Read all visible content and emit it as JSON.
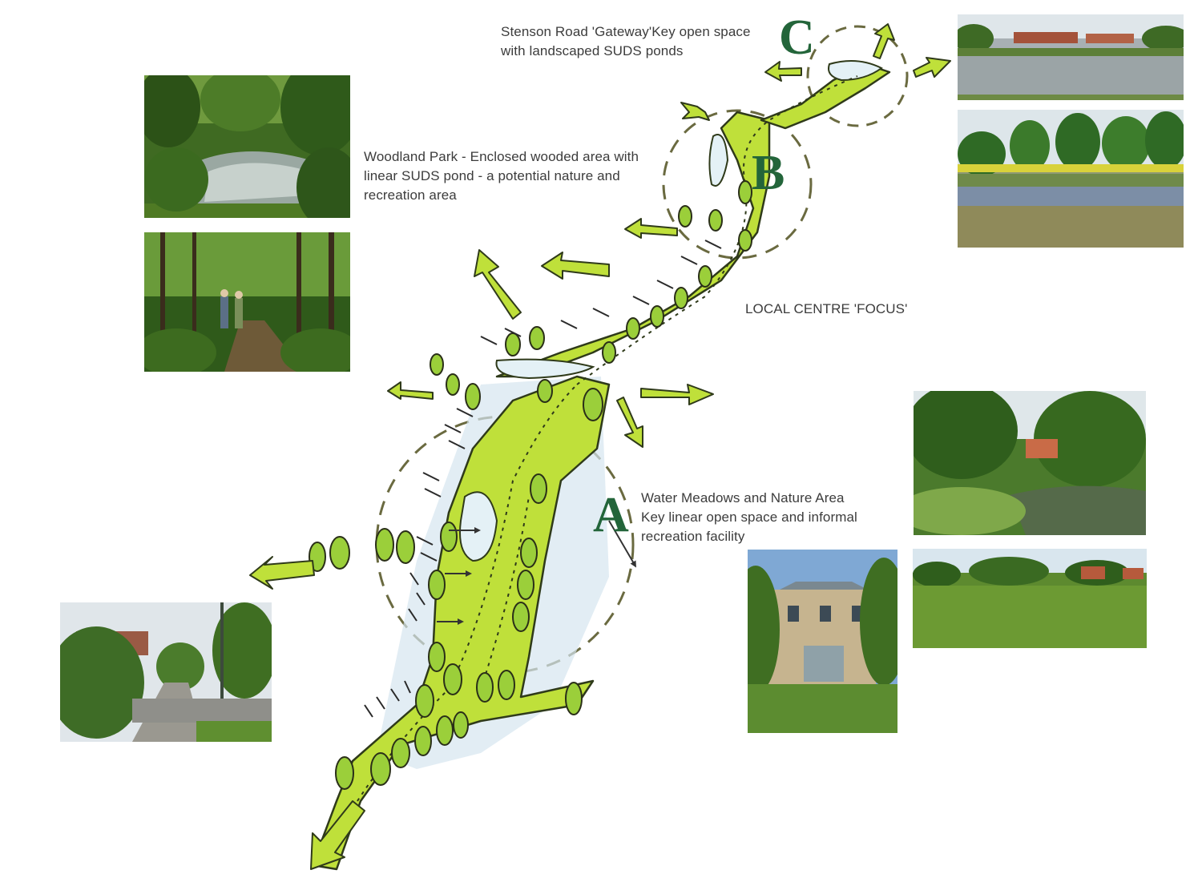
{
  "zones": {
    "c": {
      "letter": "C",
      "lines": [
        "Stenson Road 'Gateway'Key open space",
        "with landscaped SUDS ponds"
      ]
    },
    "b": {
      "letter": "B",
      "lines": [
        "Woodland Park - Enclosed wooded area with",
        "linear SUDS pond - a potential nature and",
        "recreation area"
      ]
    },
    "a": {
      "letter": "A",
      "lines": [
        "Water Meadows and Nature Area",
        "Key linear open space and informal",
        "recreation facility"
      ]
    },
    "focus": {
      "label": "LOCAL CENTRE 'FOCUS'"
    }
  },
  "photos": [
    {
      "id": "woodland-pond",
      "subject": "woodland pond"
    },
    {
      "id": "woodland-path",
      "subject": "woodland path with walkers"
    },
    {
      "id": "suds-pond-houses",
      "subject": "pond with houses"
    },
    {
      "id": "lake-trees",
      "subject": "lake with reeds and trees"
    },
    {
      "id": "water-meadow",
      "subject": "water meadow stream"
    },
    {
      "id": "playing-field",
      "subject": "playing field"
    },
    {
      "id": "townhouse-green",
      "subject": "townhouse and green"
    },
    {
      "id": "residential-street",
      "subject": "residential street"
    }
  ],
  "colors": {
    "accent_green": "#23653a",
    "spine_green": "#bfe03a",
    "text": "#3c3c3c"
  }
}
